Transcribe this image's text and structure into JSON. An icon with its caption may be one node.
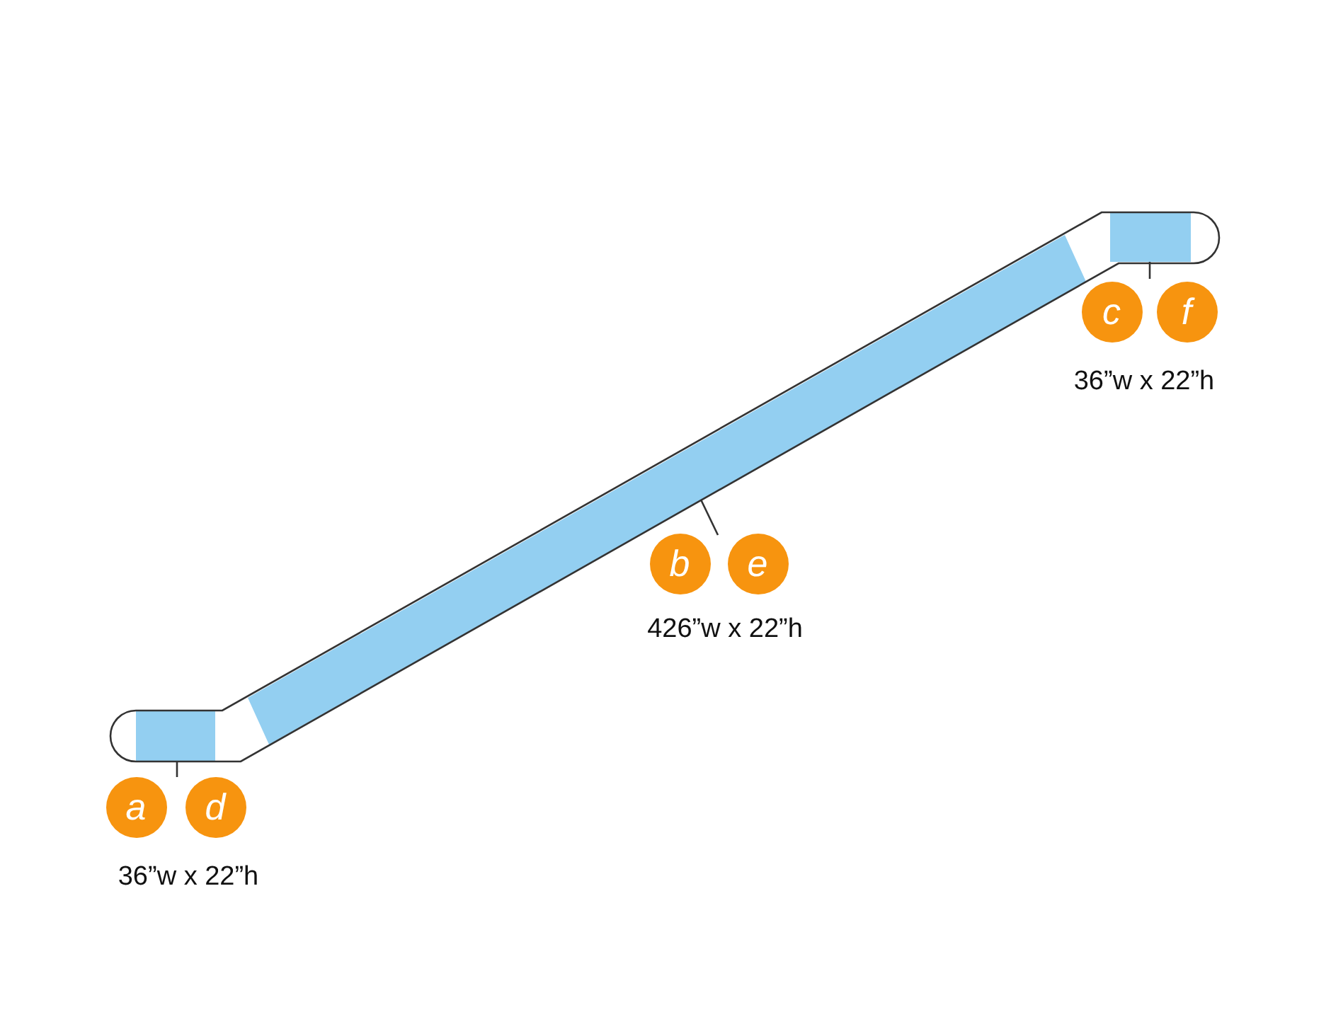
{
  "diagram": {
    "nodes": [
      {
        "text": [],
        "shape": "box"
      },
      {
        "text": [
          "c"
        ]
      },
      {
        "text": [
          "f"
        ]
      },
      {
        "text": [],
        "shape": "box"
      },
      {
        "text": [
          "b"
        ]
      },
      {
        "text": [
          "e"
        ]
      },
      {
        "text": [],
        "shape": "box"
      },
      {
        "text": [
          "a"
        ]
      },
      {
        "text": [
          "d"
        ]
      }
    ],
    "edges": [
      {
        "from": 1,
        "to": 0,
        "arrow": "none"
      },
      {
        "from": 4,
        "to": 3,
        "arrow": "none"
      },
      {
        "from": 8,
        "to": 6,
        "arrow": "none"
      }
    ],
    "labels": [
      "36”w x 22”h",
      "426”w x 22”h",
      "36”w x 22”h"
    ]
  }
}
